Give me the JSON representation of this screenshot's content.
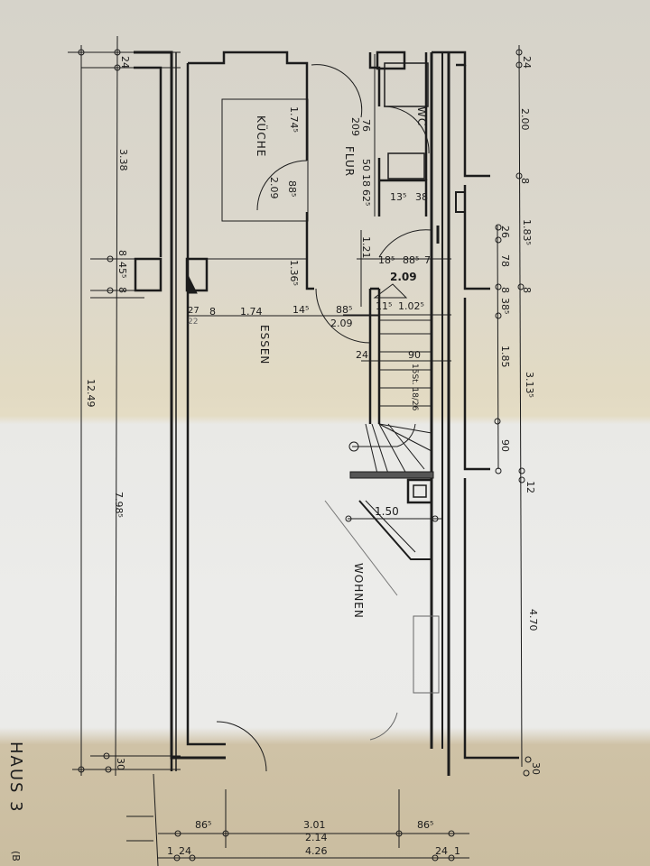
{
  "drawing": {
    "title": "HAUS 3",
    "title_suffix": "(B",
    "orientation": "rotated 90° clockwise",
    "rooms": [
      {
        "name": "KÜCHE"
      },
      {
        "name": "FLUR"
      },
      {
        "name": "WC"
      },
      {
        "name": "ESSEN"
      },
      {
        "name": "WOHNEN"
      }
    ],
    "left_dims": {
      "total": "12.49",
      "lower": "7.98⁵",
      "kitchen": "3.38",
      "wall_top": "24",
      "small_a": "8",
      "small_b": "45⁵",
      "small_c": "8"
    },
    "right_dims": {
      "wall_top": "24",
      "a": "2.00",
      "b": "8",
      "c": "1.83⁵",
      "d": "26",
      "e": "78",
      "f": "8",
      "g": "8",
      "h": "38⁵",
      "i": "1.85",
      "j": "3.13⁵",
      "k": "90",
      "l": "12",
      "m": "4.70",
      "wall_bottom": "30"
    },
    "kitchen_dims": {
      "depth": "1.74⁵",
      "door_w": "88⁵",
      "door_h": "2.09",
      "lower": "1.36⁵"
    },
    "flur_dims": {
      "a": "76",
      "b": "209",
      "c": "50",
      "d": "18",
      "e": "62⁵",
      "f": "13⁵",
      "g": "38",
      "h": "1.21"
    },
    "stair_dims": {
      "a": "18⁵",
      "b": "88⁵",
      "c": "7",
      "door_h": "2.09",
      "d": "11⁵",
      "e": "1.02⁵",
      "f": "24",
      "g": "90",
      "steps": "15St. 18/26",
      "landing": "1.50"
    },
    "essen_dims": {
      "a": "27",
      "b": "22",
      "c": "8",
      "d": "1.74",
      "e": "14⁵",
      "f": "88⁵",
      "g": "2.09"
    },
    "bottom_dims": {
      "a": "86⁵",
      "b": "3.01",
      "c": "2.14",
      "d": "4.26",
      "e": "86⁵",
      "f": "1",
      "g": "24",
      "h": "24",
      "i": "1",
      "left_wall": "30"
    }
  }
}
